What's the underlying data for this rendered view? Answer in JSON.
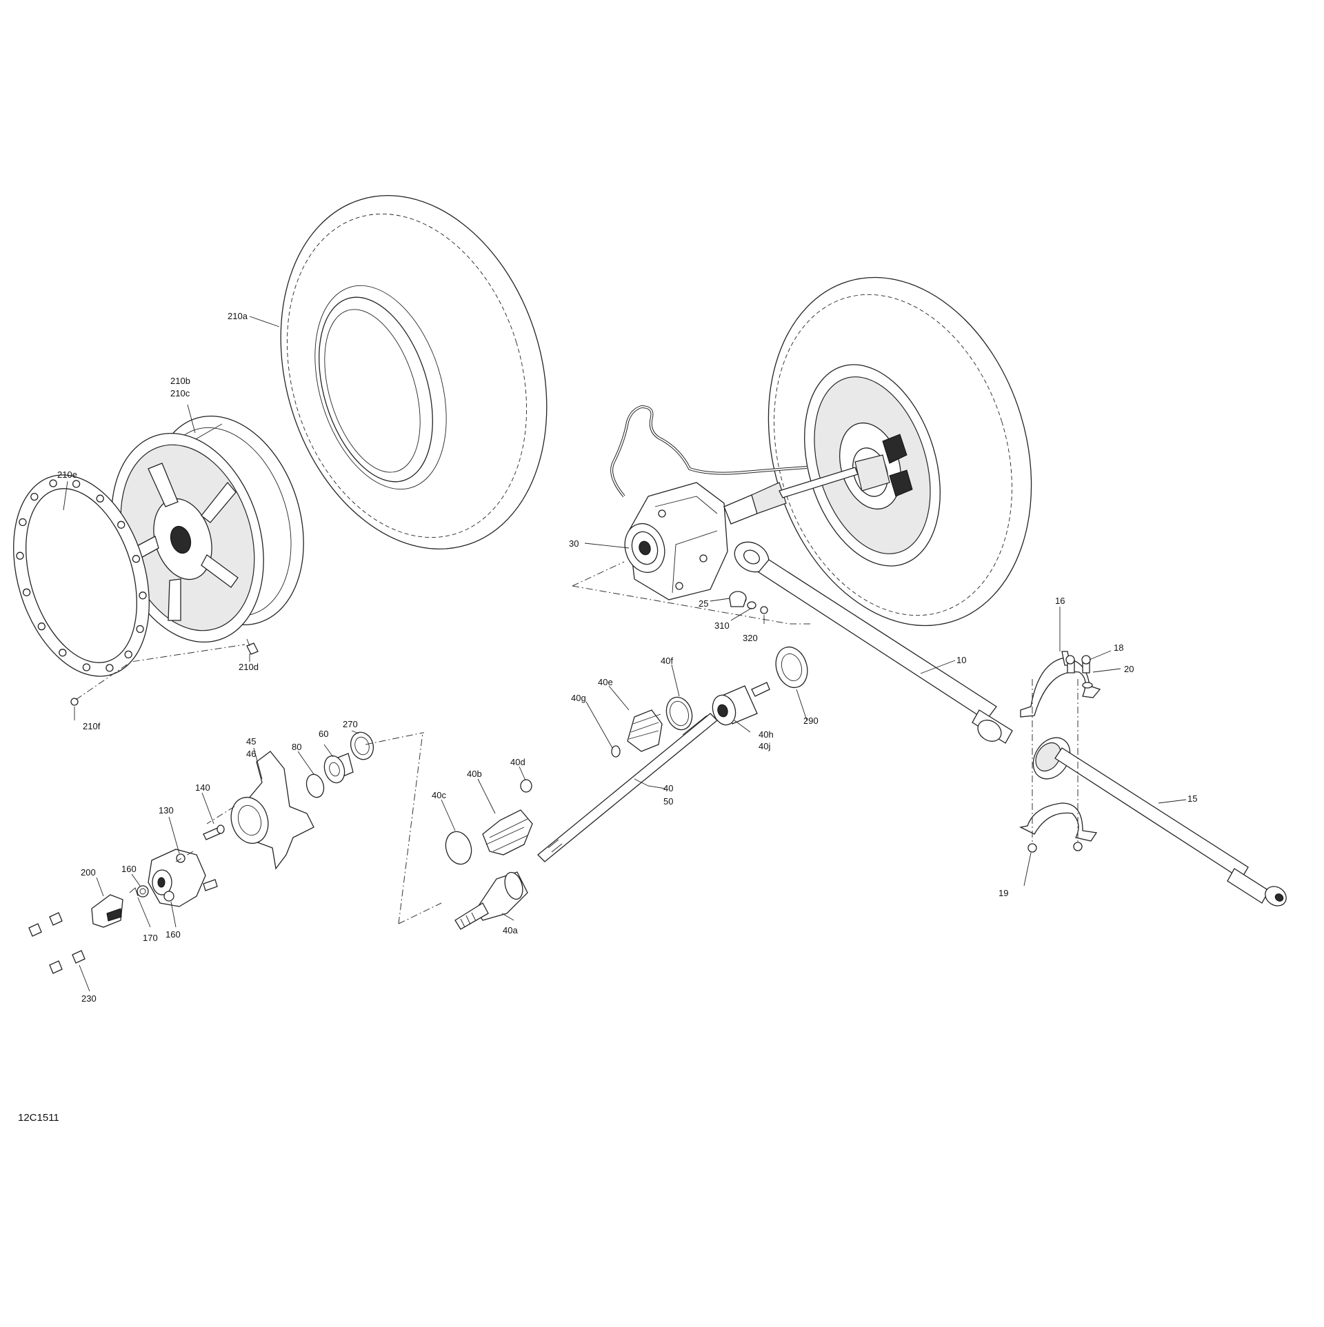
{
  "diagram": {
    "id": "12C1511",
    "callouts": {
      "c210a": "210a",
      "c210b": "210b",
      "c210c": "210c",
      "c210e": "210e",
      "c210d": "210d",
      "c210f": "210f",
      "c30": "30",
      "c25": "25",
      "c310": "310",
      "c320": "320",
      "c10": "10",
      "c16": "16",
      "c18": "18",
      "c20": "20",
      "c40f": "40f",
      "c40e": "40e",
      "c40g": "40g",
      "c40h": "40h",
      "c40j": "40j",
      "c290": "290",
      "c40d": "40d",
      "c40b": "40b",
      "c40c": "40c",
      "c40": "40",
      "c50": "50",
      "c40a": "40a",
      "c15": "15",
      "c19": "19",
      "c45": "45",
      "c46": "46",
      "c80": "80",
      "c60": "60",
      "c270": "270",
      "c140": "140",
      "c130": "130",
      "c160a": "160",
      "c160b": "160",
      "c200": "200",
      "c170": "170",
      "c230": "230"
    }
  }
}
